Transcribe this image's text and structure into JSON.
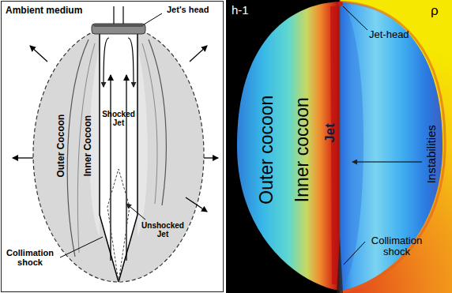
{
  "diagram": {
    "labels": [
      "Ambient medium",
      "Jet's head",
      "Outer Cocoon",
      "Inner Cocoon",
      "Shocked Jet",
      "Unshocked Jet",
      "Collimation shock",
      "h-1",
      "ρ",
      "Jet-head",
      "Outer cocoon",
      "Inner cocoon",
      "Jet",
      "Instabilities",
      "Collimation shock"
    ]
  }
}
